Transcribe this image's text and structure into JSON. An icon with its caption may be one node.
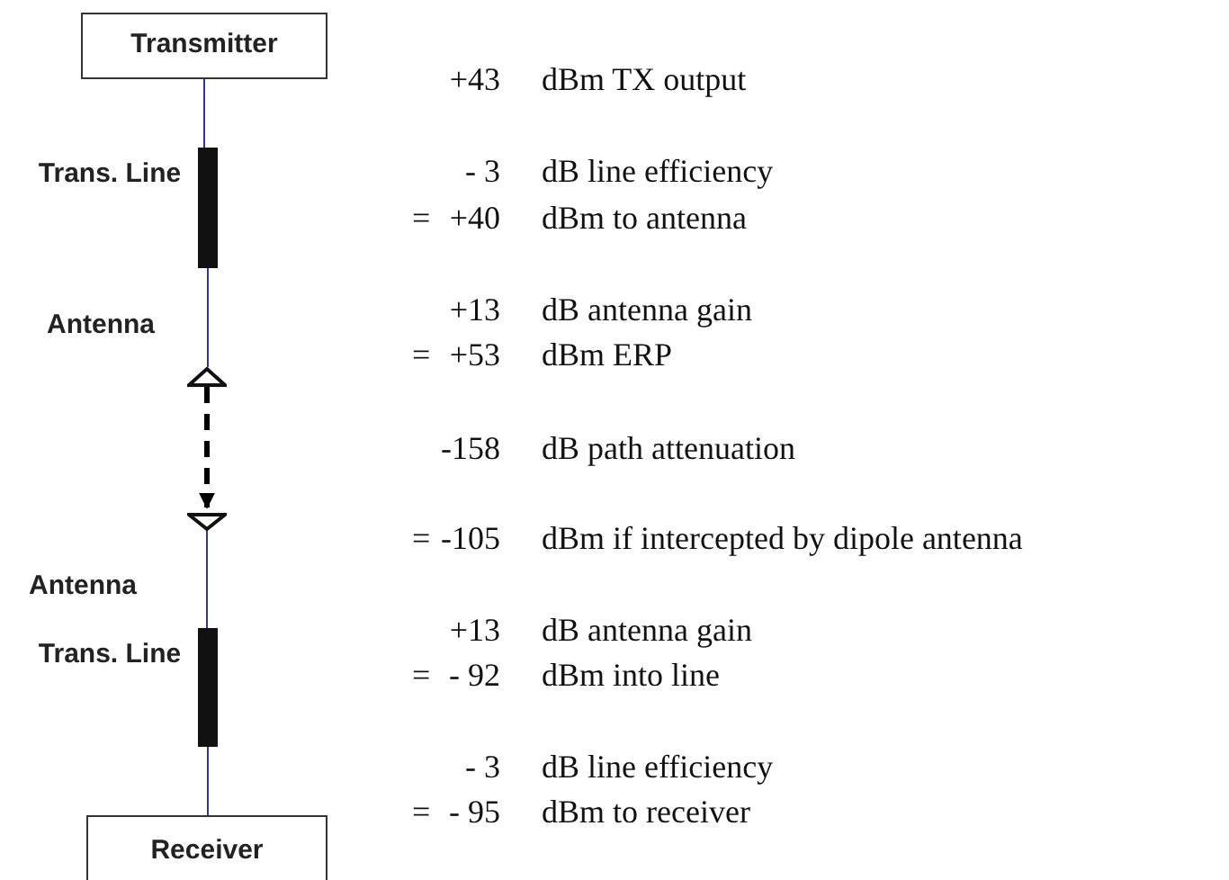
{
  "diagram": {
    "nodes": [
      {
        "text": [
          "Transmitter"
        ]
      },
      {
        "text": [],
        "shape": "bar",
        "beside": [
          "Trans. Line"
        ]
      },
      {
        "text": [],
        "shape": "triangle",
        "beside": [
          "Antenna"
        ]
      },
      {
        "text": [],
        "shape": "triangle",
        "beside": [
          "Antenna"
        ]
      },
      {
        "text": [],
        "shape": "bar",
        "beside": [
          "Trans. Line"
        ]
      },
      {
        "text": [
          "Receiver"
        ]
      }
    ],
    "edges": [
      {
        "from": 0,
        "to": 1,
        "arrow": "none"
      },
      {
        "from": 1,
        "to": 2,
        "arrow": "none"
      },
      {
        "from": 2,
        "to": 3,
        "arrow": "to",
        "style": "dashed",
        "color": "#000000"
      },
      {
        "from": 3,
        "to": 4,
        "arrow": "none"
      },
      {
        "from": 4,
        "to": 5,
        "arrow": "none"
      }
    ],
    "labels": [
      "+43",
      "dBm TX output",
      "- 3",
      "dB line efficiency",
      "=",
      "+40",
      "dBm to antenna",
      "+13",
      "dB antenna gain",
      "=",
      "+53",
      "dBm ERP",
      "-158",
      "dB path attenuation",
      "=",
      "-105",
      "dBm if intercepted by dipole antenna",
      "+13",
      "dB antenna gain",
      "=",
      "- 92",
      "dBm into line",
      "- 3",
      "dB line efficiency",
      "=",
      "- 95",
      "dBm to receiver"
    ]
  }
}
